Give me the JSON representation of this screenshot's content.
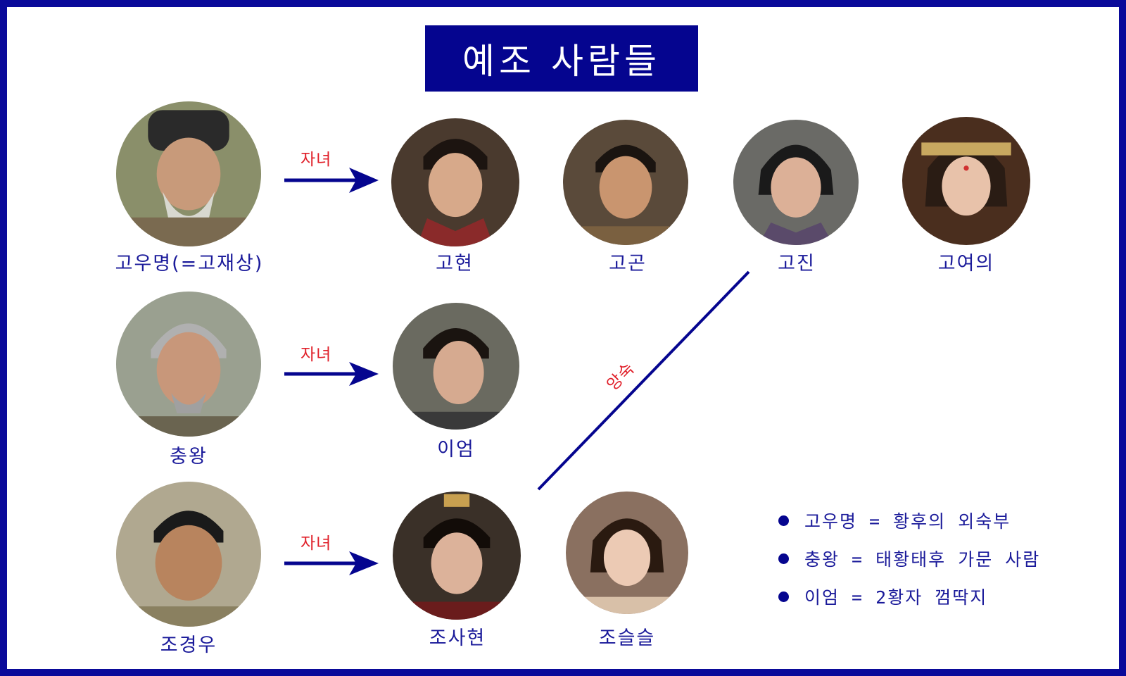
{
  "title": "예조 사람들",
  "colors": {
    "frame": "#0a0a9a",
    "title_bg": "#05058f",
    "text": "#1a1a9a",
    "relation": "#e0202a",
    "arrow": "#05058f"
  },
  "people": {
    "gouming": "고우명(=고재상)",
    "gaoxian": "고현",
    "gaokun": "고곤",
    "gaojin": "고진",
    "gaoyeoui": "고여의",
    "chungwang": "충왕",
    "ieom": "이엄",
    "jogyeongwu": "조경우",
    "josahyeon": "조사현",
    "joseulseul": "조슬슬"
  },
  "relations": {
    "child1": "자녀",
    "child2": "자녀",
    "child3": "자녀",
    "rival": "앙숙"
  },
  "notes": [
    "고우명 = 황후의 외숙부",
    "충왕 = 태황태후 가문 사람",
    "이엄 = 2황자 껌딱지"
  ]
}
